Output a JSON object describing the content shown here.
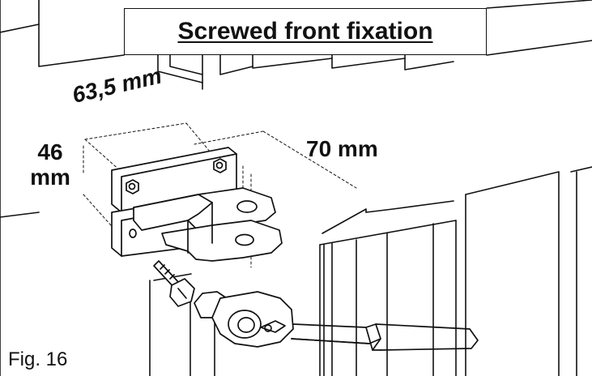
{
  "figure": {
    "title": "Screwed front fixation",
    "caption": "Fig. 16"
  },
  "dimensions": {
    "width": "63,5 mm",
    "height_value": "46",
    "height_unit": "mm",
    "depth": "70 mm"
  },
  "parts": {
    "bracket_icon": "mounting-bracket-icon",
    "bolt_icon": "hex-bolt-icon",
    "tie_rod_icon": "tie-rod-icon"
  }
}
